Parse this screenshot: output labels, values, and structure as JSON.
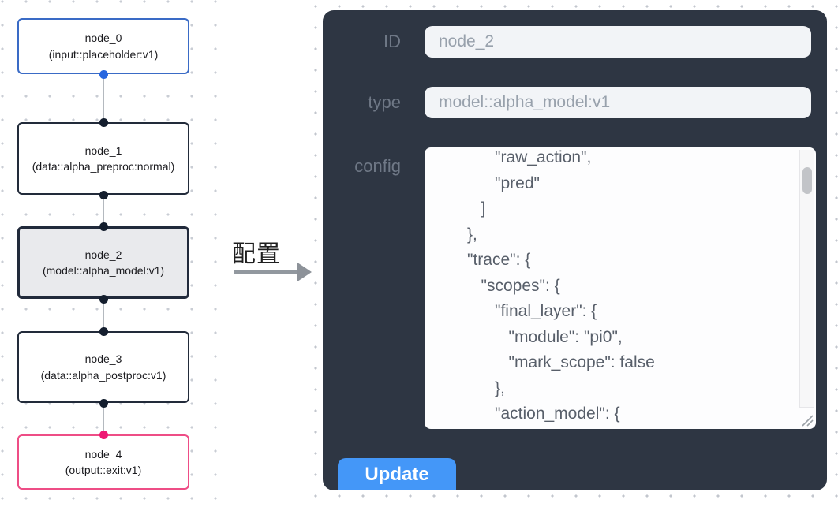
{
  "canvas": {
    "nodes": [
      {
        "title": "node_0",
        "subtitle": "(input::placeholder:v1)",
        "variant": "input"
      },
      {
        "title": "node_1",
        "subtitle": "(data::alpha_preproc:normal)",
        "variant": "default"
      },
      {
        "title": "node_2",
        "subtitle": "(model::alpha_model:v1)",
        "variant": "selected"
      },
      {
        "title": "node_3",
        "subtitle": "(data::alpha_postproc:v1)",
        "variant": "default"
      },
      {
        "title": "node_4",
        "subtitle": "(output::exit:v1)",
        "variant": "output"
      }
    ]
  },
  "annotation": {
    "label": "配置"
  },
  "panel": {
    "fields": [
      {
        "label": "ID",
        "value": "node_2"
      },
      {
        "label": "type",
        "value": "model::alpha_model:v1"
      }
    ],
    "config_label": "config",
    "config_text": "            \"raw_action\",\n            \"pred\"\n         ]\n      },\n      \"trace\": {\n         \"scopes\": {\n            \"final_layer\": {\n               \"module\": \"pi0\",\n               \"mark_scope\": false\n            },\n            \"action_model\": {",
    "update_label": "Update"
  },
  "colors": {
    "panel_bg": "#2e3643",
    "button_blue": "#4497f8",
    "node_input_border": "#3a6bc6",
    "node_output_border": "#ee4d86",
    "handle_blue": "#2766df",
    "handle_pink": "#ee1873",
    "selected_node_bg": "#e9eaed"
  }
}
